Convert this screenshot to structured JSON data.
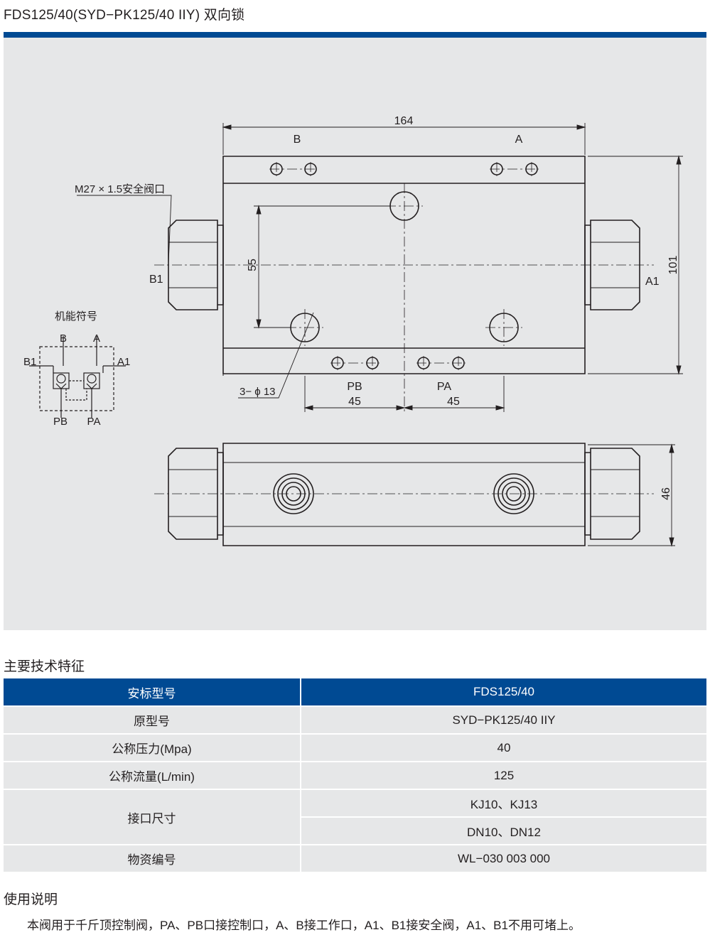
{
  "header": {
    "title": "FDS125/40(SYD−PK125/40 IIY) 双向锁"
  },
  "drawing": {
    "dims": {
      "length": "164",
      "height": "101",
      "center_spacing": "55",
      "port_spacing_left": "45",
      "port_spacing_right": "45",
      "thickness": "46"
    },
    "ports": {
      "b": "B",
      "a": "A",
      "b1": "B1",
      "a1": "A1",
      "pb": "PB",
      "pa": "PA"
    },
    "callouts": {
      "relief_valve": "M27 × 1.5安全阀口",
      "holes": "3− ϕ 13"
    },
    "symbol": {
      "title": "机能符号",
      "b": "B",
      "a": "A",
      "b1": "B1",
      "a1": "A1",
      "pb": "PB",
      "pa": "PA"
    }
  },
  "specs": {
    "title": "主要技术特征",
    "header": {
      "label": "安标型号",
      "value": "FDS125/40"
    },
    "rows": [
      {
        "label": "原型号",
        "value": "SYD−PK125/40 IIY"
      },
      {
        "label": "公称压力(Mpa)",
        "value": "40"
      },
      {
        "label": "公称流量(L/min)",
        "value": "125"
      },
      {
        "label": "接口尺寸",
        "values": [
          "KJ10、KJ13",
          "DN10、DN12"
        ]
      },
      {
        "label": "物资编号",
        "value": "WL−030 003 000"
      }
    ]
  },
  "usage": {
    "title": "使用说明",
    "text": "本阀用于千斤顶控制阀，PA、PB口接控制口，A、B接工作口，A1、B1接安全阀，A1、B1不用可堵上。"
  }
}
